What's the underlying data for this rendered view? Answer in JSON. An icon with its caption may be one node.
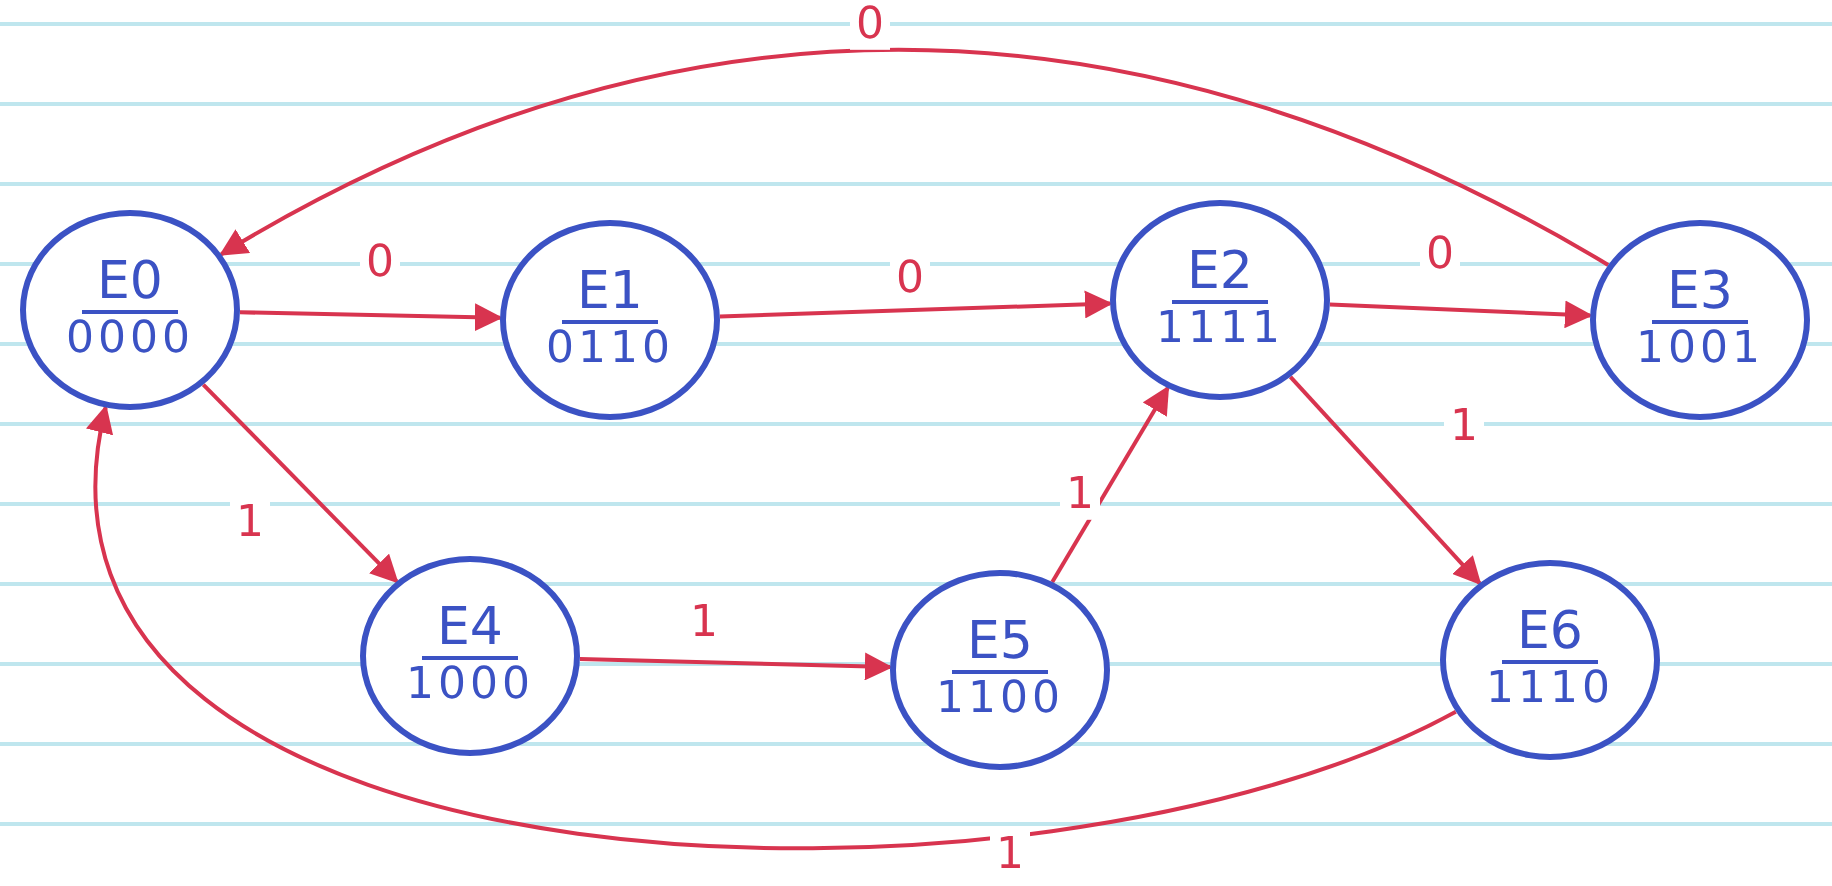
{
  "diagram": {
    "nodes": [
      {
        "text": [
          "E0",
          "0000"
        ]
      },
      {
        "text": [
          "E1",
          "0110"
        ]
      },
      {
        "text": [
          "E2",
          "1111"
        ]
      },
      {
        "text": [
          "E3",
          "1001"
        ]
      },
      {
        "text": [
          "E4",
          "1000"
        ]
      },
      {
        "text": [
          "E5",
          "1100"
        ]
      },
      {
        "text": [
          "E6",
          "1110"
        ]
      }
    ],
    "edges": [
      {
        "from": 0,
        "to": 1,
        "arrow": "to",
        "label": "0"
      },
      {
        "from": 1,
        "to": 2,
        "arrow": "to",
        "label": "0"
      },
      {
        "from": 2,
        "to": 3,
        "arrow": "to",
        "label": "0"
      },
      {
        "from": 3,
        "to": 0,
        "arrow": "to",
        "label": "0"
      },
      {
        "from": 0,
        "to": 4,
        "arrow": "to",
        "label": "1"
      },
      {
        "from": 4,
        "to": 5,
        "arrow": "to",
        "label": "1"
      },
      {
        "from": 5,
        "to": 2,
        "arrow": "to",
        "label": "1"
      },
      {
        "from": 2,
        "to": 6,
        "arrow": "to",
        "label": "1"
      },
      {
        "from": 6,
        "to": 0,
        "arrow": "to",
        "label": "1"
      }
    ]
  }
}
